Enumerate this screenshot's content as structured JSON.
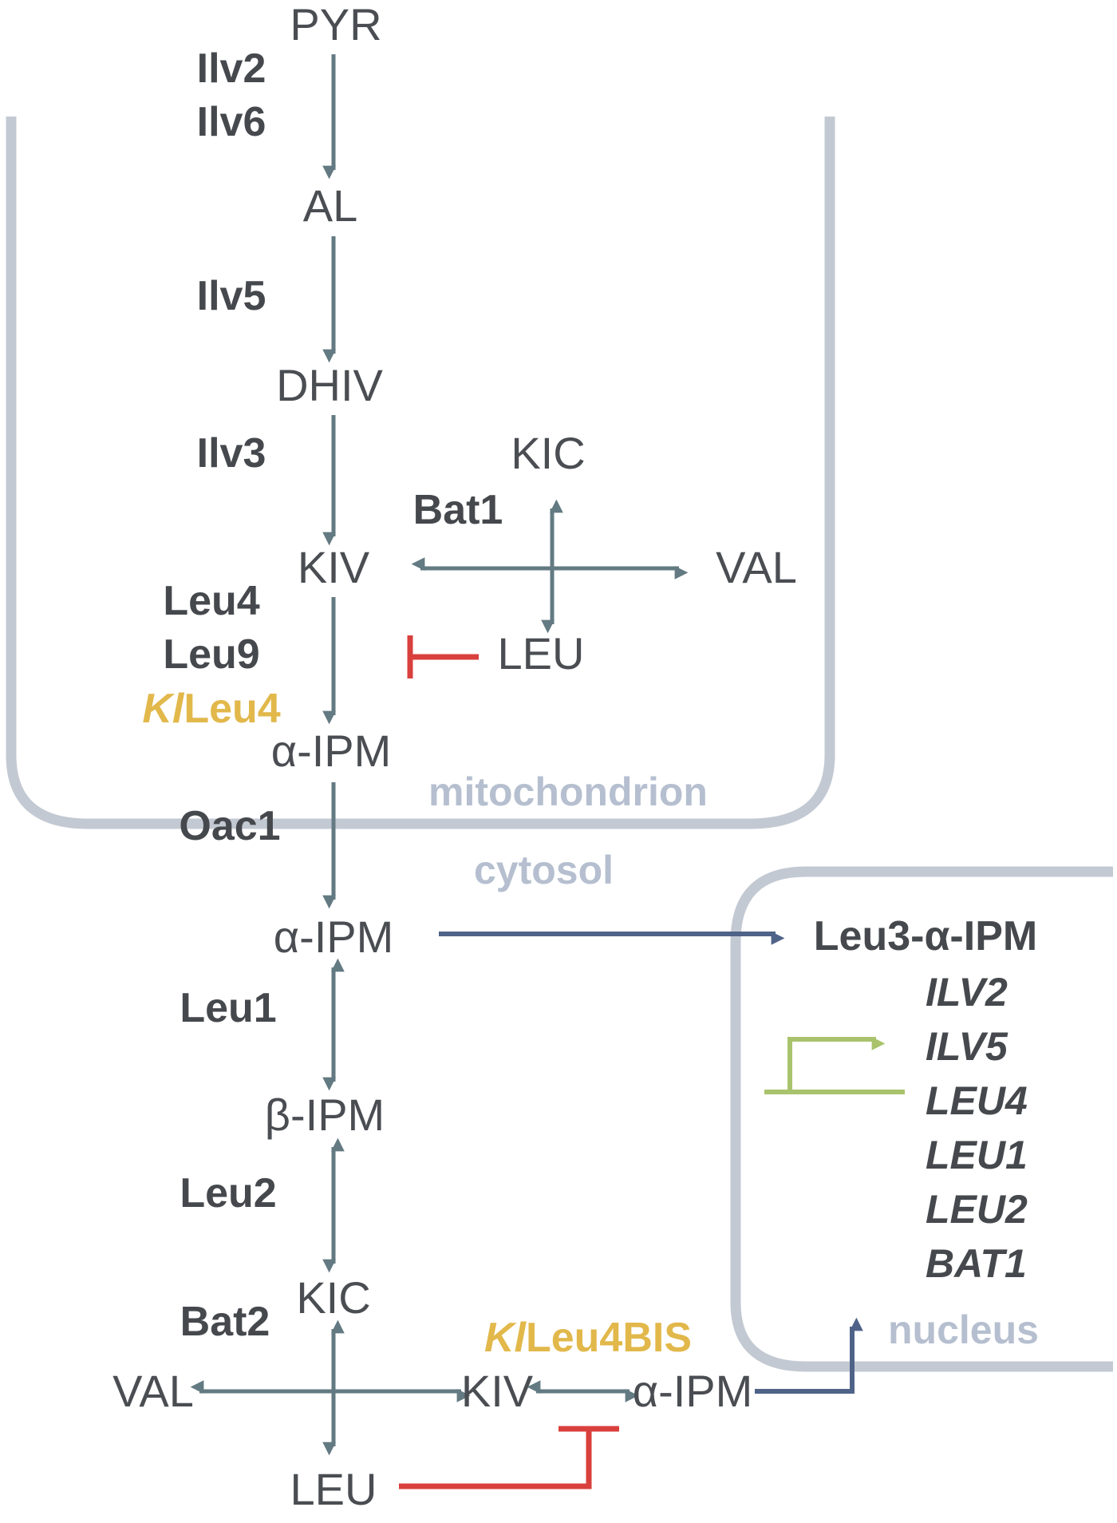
{
  "compartments": {
    "mitochondrion": "mitochondrion",
    "cytosol": "cytosol",
    "nucleus": "nucleus"
  },
  "metabolites": {
    "pyr": "PYR",
    "al": "AL",
    "dhiv": "DHIV",
    "kiv_mito": "KIV",
    "kic_mito": "KIC",
    "val_mito": "VAL",
    "leu_mito": "LEU",
    "aipm_mito": "α-IPM",
    "aipm_cyto": "α-IPM",
    "bipm": "β-IPM",
    "kic_cyto": "KIC",
    "val_cyto": "VAL",
    "kiv_cyto": "KIV",
    "aipm_cyto2": "α-IPM",
    "leu_cyto": "LEU"
  },
  "enzymes": {
    "ilv2": "Ilv2",
    "ilv6": "Ilv6",
    "ilv5": "Ilv5",
    "ilv3": "Ilv3",
    "bat1": "Bat1",
    "leu4": "Leu4",
    "leu9": "Leu9",
    "kl_leu4_italic": "Kl",
    "kl_leu4_rest": "Leu4",
    "oac1": "Oac1",
    "leu1": "Leu1",
    "leu2": "Leu2",
    "bat2": "Bat2",
    "kl_leu4bis_italic": "Kl",
    "kl_leu4bis_rest": "Leu4BIS"
  },
  "nucleus": {
    "complex": "Leu3-α-IPM",
    "genes": [
      "ILV2",
      "ILV5",
      "LEU4",
      "LEU1",
      "LEU2",
      "BAT1"
    ]
  },
  "colors": {
    "pathway_arrow": "#637a82",
    "transport_arrow": "#4f6389",
    "inhibition": "#d9403d",
    "activation": "#a9c36c",
    "membrane": "#c3c9d2",
    "compartment_label": "#b5bfcf",
    "kl_enzyme": "#e2b84b",
    "text": "#45484c"
  }
}
